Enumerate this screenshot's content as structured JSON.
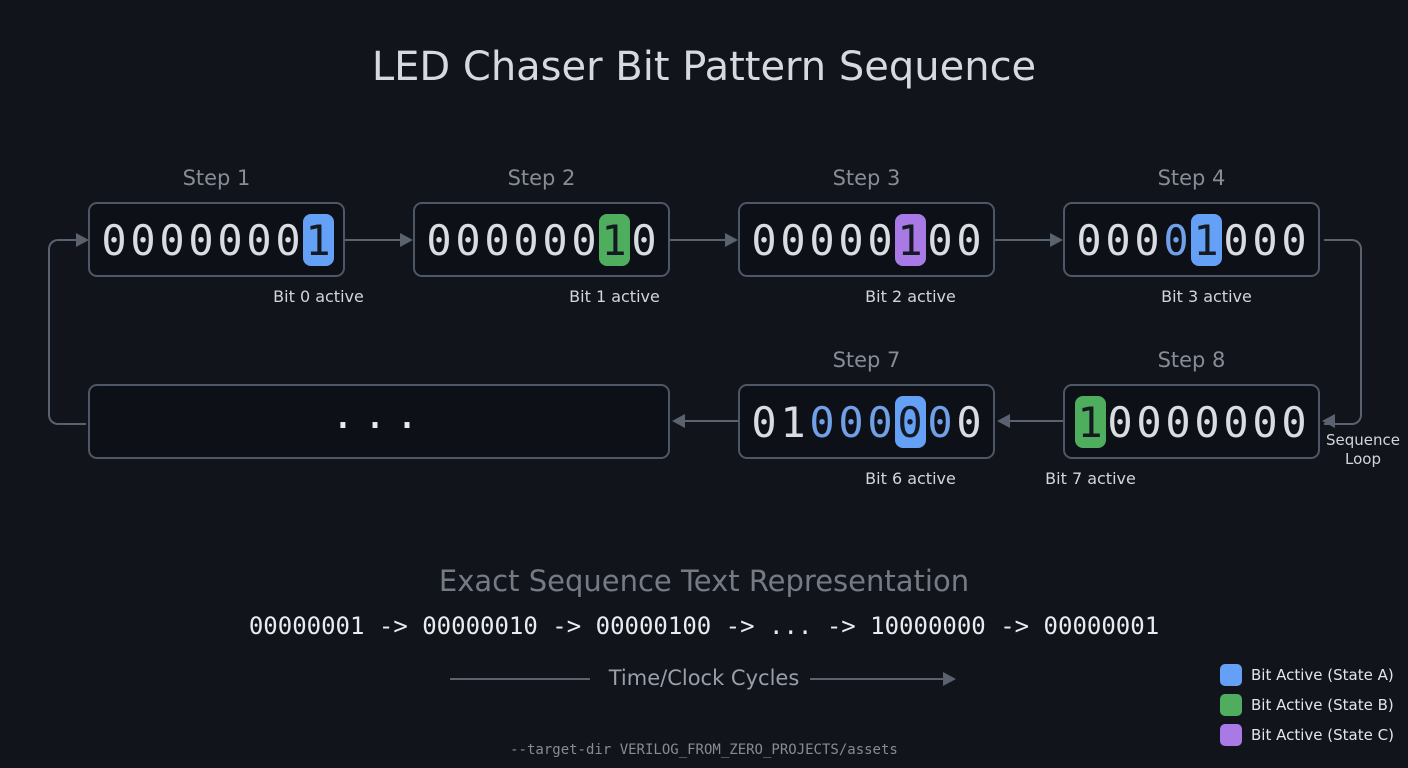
{
  "title": "LED Chaser Bit Pattern Sequence",
  "steps": [
    {
      "title": "Step 1",
      "caption": "Bit 0 active",
      "bits": [
        {
          "ch": "0",
          "s": "n"
        },
        {
          "ch": "0",
          "s": "n"
        },
        {
          "ch": "0",
          "s": "n"
        },
        {
          "ch": "0",
          "s": "n"
        },
        {
          "ch": "0",
          "s": "n"
        },
        {
          "ch": "0",
          "s": "n"
        },
        {
          "ch": "0",
          "s": "n"
        },
        {
          "ch": "1",
          "s": "hl-blue"
        }
      ]
    },
    {
      "title": "Step 2",
      "caption": "Bit 1 active",
      "bits": [
        {
          "ch": "0",
          "s": "n"
        },
        {
          "ch": "0",
          "s": "n"
        },
        {
          "ch": "0",
          "s": "n"
        },
        {
          "ch": "0",
          "s": "n"
        },
        {
          "ch": "0",
          "s": "n"
        },
        {
          "ch": "0",
          "s": "n"
        },
        {
          "ch": "1",
          "s": "hl-green"
        },
        {
          "ch": "0",
          "s": "n"
        }
      ]
    },
    {
      "title": "Step 3",
      "caption": "Bit 2 active",
      "bits": [
        {
          "ch": "0",
          "s": "n"
        },
        {
          "ch": "0",
          "s": "n"
        },
        {
          "ch": "0",
          "s": "n"
        },
        {
          "ch": "0",
          "s": "n"
        },
        {
          "ch": "0",
          "s": "n"
        },
        {
          "ch": "1",
          "s": "hl-purple"
        },
        {
          "ch": "0",
          "s": "n"
        },
        {
          "ch": "0",
          "s": "n"
        }
      ]
    },
    {
      "title": "Step 4",
      "caption": "Bit 3 active",
      "bits": [
        {
          "ch": "0",
          "s": "n"
        },
        {
          "ch": "0",
          "s": "n"
        },
        {
          "ch": "0",
          "s": "n"
        },
        {
          "ch": "0",
          "s": "tb"
        },
        {
          "ch": "1",
          "s": "hl-blue"
        },
        {
          "ch": "0",
          "s": "n"
        },
        {
          "ch": "0",
          "s": "n"
        },
        {
          "ch": "0",
          "s": "n"
        }
      ]
    },
    {
      "title": "Step 7",
      "caption": "Bit 6 active",
      "bits": [
        {
          "ch": "0",
          "s": "n"
        },
        {
          "ch": "1",
          "s": "n"
        },
        {
          "ch": "0",
          "s": "tb"
        },
        {
          "ch": "0",
          "s": "tb"
        },
        {
          "ch": "0",
          "s": "tb"
        },
        {
          "ch": "0",
          "s": "hl-blue"
        },
        {
          "ch": "0",
          "s": "tb"
        },
        {
          "ch": "0",
          "s": "n"
        }
      ]
    },
    {
      "title": "Step 8",
      "caption": "Bit 7 active",
      "bits": [
        {
          "ch": "1",
          "s": "hl-green"
        },
        {
          "ch": "0",
          "s": "n"
        },
        {
          "ch": "0",
          "s": "n"
        },
        {
          "ch": "0",
          "s": "n"
        },
        {
          "ch": "0",
          "s": "n"
        },
        {
          "ch": "0",
          "s": "n"
        },
        {
          "ch": "0",
          "s": "n"
        },
        {
          "ch": "0",
          "s": "n"
        }
      ]
    }
  ],
  "dots_box": {
    "text": "..."
  },
  "sequence_loop_label": "Sequence Loop",
  "bottom": {
    "heading": "Exact Sequence Text Representation",
    "sequence_text": "00000001 -> 00000010 -> 00000100 -> ... -> 10000000 -> 00000001",
    "time_axis_label": "Time/Clock Cycles",
    "footer": "--target-dir VERILOG_FROM_ZERO_PROJECTS/assets"
  },
  "legend": {
    "items": [
      {
        "label": "Bit Active (State A)",
        "color": "#64a1f6"
      },
      {
        "label": "Bit Active (State B)",
        "color": "#4fae5e"
      },
      {
        "label": "Bit Active (State C)",
        "color": "#a97ae6"
      }
    ]
  },
  "colors": {
    "blue": "#64a1f6",
    "green": "#4fae5e",
    "purple": "#a97ae6",
    "blue_text": "#6fa0e8",
    "line": "#59626e",
    "box_border": "#4d5765",
    "background": "#11141b"
  }
}
